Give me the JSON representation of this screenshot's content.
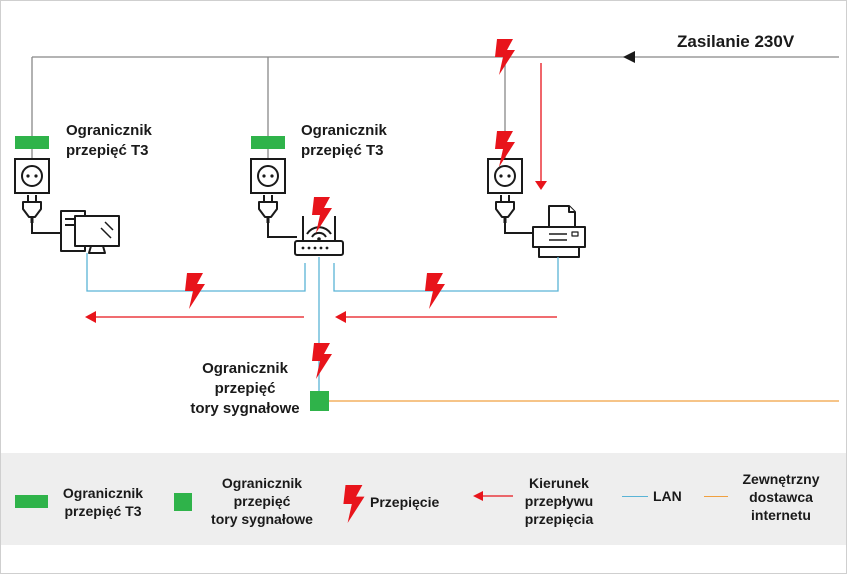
{
  "supply_label": "Zasilanie 230V",
  "device_labels": {
    "t3_left": "Ogranicznik\nprzepięć T3",
    "t3_middle": "Ogranicznik\nprzepięć T3",
    "signal": "Ogranicznik\nprzepięć\ntory sygnałowe"
  },
  "legend": {
    "t3": "Ogranicznik\nprzepięć T3",
    "signal": "Ogranicznik\nprzepięć\ntory sygnałowe",
    "surge": "Przepięcie",
    "direction": "Kierunek\nprzepływu\nprzepięcia",
    "lan": "LAN",
    "isp": "Zewnętrzny\ndostawca\ninternetu"
  },
  "colors": {
    "limiter_green": "#2fb34a",
    "surge_red": "#e8141b",
    "flow_red": "#e8141b",
    "lan_blue": "#5ab4d6",
    "isp_orange": "#f0a040",
    "power_gray": "#888888"
  },
  "icons": [
    "power-socket-icon",
    "plug-icon",
    "computer-icon",
    "router-icon",
    "printer-icon",
    "lightning-icon",
    "arrow-icon"
  ]
}
